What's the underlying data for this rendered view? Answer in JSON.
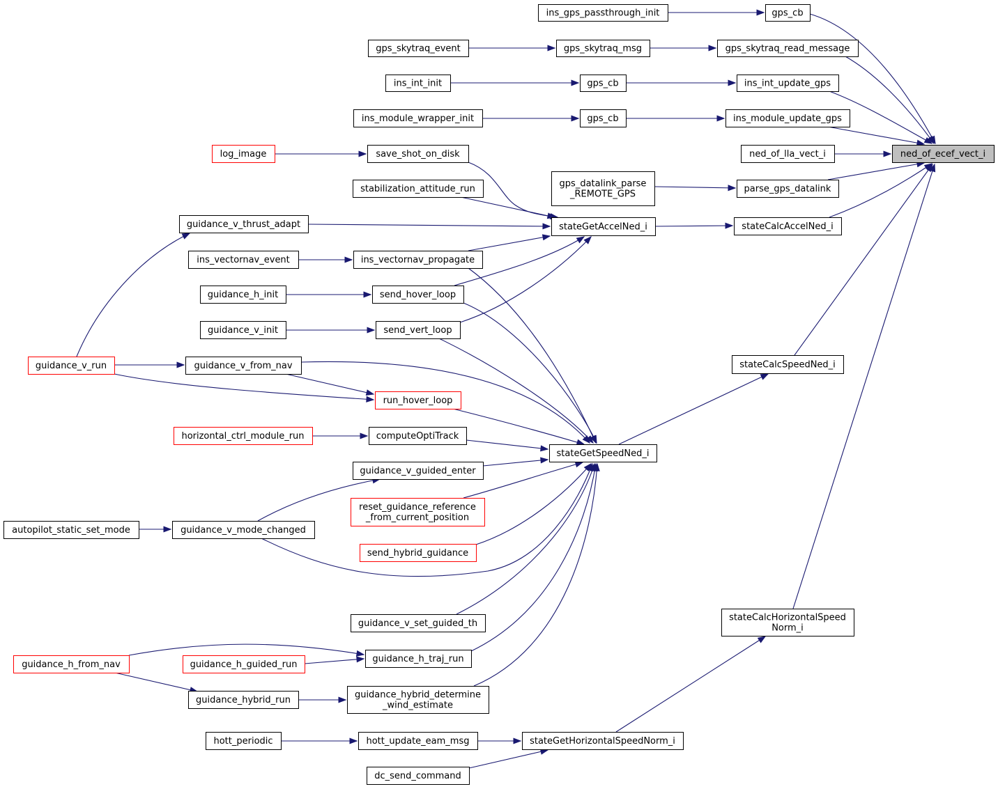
{
  "colors": {
    "edge": "#191970",
    "node_border_normal": "#000000",
    "node_border_truncated": "#ff0000",
    "node_fill_normal": "#ffffff",
    "node_fill_focus": "#bfbfbf"
  },
  "nodes": [
    {
      "id": "ned_of_ecef_vect_i",
      "lines": [
        "ned_of_ecef_vect_i"
      ],
      "style": "focus"
    },
    {
      "id": "gps_cb_1",
      "lines": [
        "gps_cb"
      ],
      "style": "normal"
    },
    {
      "id": "ins_gps_passthrough_init",
      "lines": [
        "ins_gps_passthrough_init"
      ],
      "style": "normal"
    },
    {
      "id": "gps_skytraq_read_message",
      "lines": [
        "gps_skytraq_read_message"
      ],
      "style": "normal"
    },
    {
      "id": "gps_skytraq_msg",
      "lines": [
        "gps_skytraq_msg"
      ],
      "style": "normal"
    },
    {
      "id": "gps_skytraq_event",
      "lines": [
        "gps_skytraq_event"
      ],
      "style": "normal"
    },
    {
      "id": "ins_int_update_gps",
      "lines": [
        "ins_int_update_gps"
      ],
      "style": "normal"
    },
    {
      "id": "gps_cb_2",
      "lines": [
        "gps_cb"
      ],
      "style": "normal"
    },
    {
      "id": "ins_int_init",
      "lines": [
        "ins_int_init"
      ],
      "style": "normal"
    },
    {
      "id": "ins_module_update_gps",
      "lines": [
        "ins_module_update_gps"
      ],
      "style": "normal"
    },
    {
      "id": "gps_cb_3",
      "lines": [
        "gps_cb"
      ],
      "style": "normal"
    },
    {
      "id": "ins_module_wrapper_init",
      "lines": [
        "ins_module_wrapper_init"
      ],
      "style": "normal"
    },
    {
      "id": "ned_of_lla_vect_i",
      "lines": [
        "ned_of_lla_vect_i"
      ],
      "style": "normal"
    },
    {
      "id": "parse_gps_datalink",
      "lines": [
        "parse_gps_datalink"
      ],
      "style": "normal"
    },
    {
      "id": "gps_datalink_parse_REMOTE_GPS",
      "lines": [
        "gps_datalink_parse",
        "_REMOTE_GPS"
      ],
      "style": "normal"
    },
    {
      "id": "stateCalcAccelNed_i",
      "lines": [
        "stateCalcAccelNed_i"
      ],
      "style": "normal"
    },
    {
      "id": "stateGetAccelNed_i",
      "lines": [
        "stateGetAccelNed_i"
      ],
      "style": "normal"
    },
    {
      "id": "save_shot_on_disk",
      "lines": [
        "save_shot_on_disk"
      ],
      "style": "normal"
    },
    {
      "id": "log_image",
      "lines": [
        "log_image"
      ],
      "style": "truncated"
    },
    {
      "id": "stabilization_attitude_run",
      "lines": [
        "stabilization_attitude_run"
      ],
      "style": "normal"
    },
    {
      "id": "guidance_v_thrust_adapt",
      "lines": [
        "guidance_v_thrust_adapt"
      ],
      "style": "normal"
    },
    {
      "id": "ins_vectornav_propagate",
      "lines": [
        "ins_vectornav_propagate"
      ],
      "style": "normal"
    },
    {
      "id": "ins_vectornav_event",
      "lines": [
        "ins_vectornav_event"
      ],
      "style": "normal"
    },
    {
      "id": "send_hover_loop",
      "lines": [
        "send_hover_loop"
      ],
      "style": "normal"
    },
    {
      "id": "guidance_h_init",
      "lines": [
        "guidance_h_init"
      ],
      "style": "normal"
    },
    {
      "id": "send_vert_loop",
      "lines": [
        "send_vert_loop"
      ],
      "style": "normal"
    },
    {
      "id": "guidance_v_init",
      "lines": [
        "guidance_v_init"
      ],
      "style": "normal"
    },
    {
      "id": "guidance_v_run",
      "lines": [
        "guidance_v_run"
      ],
      "style": "truncated"
    },
    {
      "id": "guidance_v_from_nav",
      "lines": [
        "guidance_v_from_nav"
      ],
      "style": "normal"
    },
    {
      "id": "run_hover_loop",
      "lines": [
        "run_hover_loop"
      ],
      "style": "truncated"
    },
    {
      "id": "stateCalcSpeedNed_i",
      "lines": [
        "stateCalcSpeedNed_i"
      ],
      "style": "normal"
    },
    {
      "id": "stateGetSpeedNed_i",
      "lines": [
        "stateGetSpeedNed_i"
      ],
      "style": "normal"
    },
    {
      "id": "computeOptiTrack",
      "lines": [
        "computeOptiTrack"
      ],
      "style": "normal"
    },
    {
      "id": "horizontal_ctrl_module_run",
      "lines": [
        "horizontal_ctrl_module_run"
      ],
      "style": "truncated"
    },
    {
      "id": "guidance_v_guided_enter",
      "lines": [
        "guidance_v_guided_enter"
      ],
      "style": "normal"
    },
    {
      "id": "reset_guidance_reference",
      "lines": [
        "reset_guidance_reference",
        "_from_current_position"
      ],
      "style": "truncated"
    },
    {
      "id": "guidance_v_mode_changed",
      "lines": [
        "guidance_v_mode_changed"
      ],
      "style": "normal"
    },
    {
      "id": "autopilot_static_set_mode",
      "lines": [
        "autopilot_static_set_mode"
      ],
      "style": "normal"
    },
    {
      "id": "send_hybrid_guidance",
      "lines": [
        "send_hybrid_guidance"
      ],
      "style": "truncated"
    },
    {
      "id": "guidance_v_set_guided_th",
      "lines": [
        "guidance_v_set_guided_th"
      ],
      "style": "normal"
    },
    {
      "id": "stateCalcHorizontalSpeedNorm_i",
      "lines": [
        "stateCalcHorizontalSpeed",
        "Norm_i"
      ],
      "style": "normal"
    },
    {
      "id": "guidance_h_traj_run",
      "lines": [
        "guidance_h_traj_run"
      ],
      "style": "normal"
    },
    {
      "id": "guidance_h_from_nav",
      "lines": [
        "guidance_h_from_nav"
      ],
      "style": "truncated"
    },
    {
      "id": "guidance_h_guided_run",
      "lines": [
        "guidance_h_guided_run"
      ],
      "style": "truncated"
    },
    {
      "id": "guidance_hybrid_determine_wind_estimate",
      "lines": [
        "guidance_hybrid_determine",
        "_wind_estimate"
      ],
      "style": "normal"
    },
    {
      "id": "guidance_hybrid_run",
      "lines": [
        "guidance_hybrid_run"
      ],
      "style": "normal"
    },
    {
      "id": "stateGetHorizontalSpeedNorm_i",
      "lines": [
        "stateGetHorizontalSpeedNorm_i"
      ],
      "style": "normal"
    },
    {
      "id": "hott_update_eam_msg",
      "lines": [
        "hott_update_eam_msg"
      ],
      "style": "normal"
    },
    {
      "id": "hott_periodic",
      "lines": [
        "hott_periodic"
      ],
      "style": "normal"
    },
    {
      "id": "dc_send_command",
      "lines": [
        "dc_send_command"
      ],
      "style": "normal"
    }
  ],
  "edges": [
    [
      "gps_cb_1",
      "ned_of_ecef_vect_i"
    ],
    [
      "ins_gps_passthrough_init",
      "gps_cb_1"
    ],
    [
      "gps_skytraq_read_message",
      "ned_of_ecef_vect_i"
    ],
    [
      "gps_skytraq_msg",
      "gps_skytraq_read_message"
    ],
    [
      "gps_skytraq_event",
      "gps_skytraq_msg"
    ],
    [
      "ins_int_update_gps",
      "ned_of_ecef_vect_i"
    ],
    [
      "gps_cb_2",
      "ins_int_update_gps"
    ],
    [
      "ins_int_init",
      "gps_cb_2"
    ],
    [
      "ins_module_update_gps",
      "ned_of_ecef_vect_i"
    ],
    [
      "gps_cb_3",
      "ins_module_update_gps"
    ],
    [
      "ins_module_wrapper_init",
      "gps_cb_3"
    ],
    [
      "ned_of_lla_vect_i",
      "ned_of_ecef_vect_i"
    ],
    [
      "parse_gps_datalink",
      "ned_of_ecef_vect_i"
    ],
    [
      "gps_datalink_parse_REMOTE_GPS",
      "parse_gps_datalink"
    ],
    [
      "stateCalcAccelNed_i",
      "ned_of_ecef_vect_i"
    ],
    [
      "stateGetAccelNed_i",
      "stateCalcAccelNed_i"
    ],
    [
      "save_shot_on_disk",
      "stateGetAccelNed_i"
    ],
    [
      "log_image",
      "save_shot_on_disk"
    ],
    [
      "stabilization_attitude_run",
      "stateGetAccelNed_i"
    ],
    [
      "guidance_v_thrust_adapt",
      "stateGetAccelNed_i"
    ],
    [
      "guidance_v_run",
      "guidance_v_thrust_adapt"
    ],
    [
      "ins_vectornav_propagate",
      "stateGetAccelNed_i"
    ],
    [
      "ins_vectornav_event",
      "ins_vectornav_propagate"
    ],
    [
      "send_hover_loop",
      "stateGetAccelNed_i"
    ],
    [
      "guidance_h_init",
      "send_hover_loop"
    ],
    [
      "send_vert_loop",
      "stateGetAccelNed_i"
    ],
    [
      "guidance_v_init",
      "send_vert_loop"
    ],
    [
      "stateCalcSpeedNed_i",
      "ned_of_ecef_vect_i"
    ],
    [
      "stateGetSpeedNed_i",
      "stateCalcSpeedNed_i"
    ],
    [
      "ins_vectornav_propagate",
      "stateGetSpeedNed_i"
    ],
    [
      "send_hover_loop",
      "stateGetSpeedNed_i"
    ],
    [
      "send_vert_loop",
      "stateGetSpeedNed_i"
    ],
    [
      "guidance_v_from_nav",
      "stateGetSpeedNed_i"
    ],
    [
      "guidance_v_run",
      "guidance_v_from_nav"
    ],
    [
      "guidance_v_from_nav",
      "run_hover_loop"
    ],
    [
      "guidance_v_run",
      "run_hover_loop"
    ],
    [
      "run_hover_loop",
      "stateGetSpeedNed_i"
    ],
    [
      "computeOptiTrack",
      "stateGetSpeedNed_i"
    ],
    [
      "horizontal_ctrl_module_run",
      "computeOptiTrack"
    ],
    [
      "guidance_v_guided_enter",
      "stateGetSpeedNed_i"
    ],
    [
      "guidance_v_mode_changed",
      "guidance_v_guided_enter"
    ],
    [
      "autopilot_static_set_mode",
      "guidance_v_mode_changed"
    ],
    [
      "reset_guidance_reference",
      "stateGetSpeedNed_i"
    ],
    [
      "guidance_v_mode_changed",
      "stateGetSpeedNed_i"
    ],
    [
      "send_hybrid_guidance",
      "stateGetSpeedNed_i"
    ],
    [
      "guidance_v_set_guided_th",
      "stateGetSpeedNed_i"
    ],
    [
      "guidance_h_traj_run",
      "stateGetSpeedNed_i"
    ],
    [
      "guidance_h_from_nav",
      "guidance_h_traj_run"
    ],
    [
      "guidance_h_guided_run",
      "guidance_h_traj_run"
    ],
    [
      "guidance_hybrid_determine_wind_estimate",
      "stateGetSpeedNed_i"
    ],
    [
      "guidance_hybrid_run",
      "guidance_hybrid_determine_wind_estimate"
    ],
    [
      "guidance_h_from_nav",
      "guidance_hybrid_run"
    ],
    [
      "stateCalcHorizontalSpeedNorm_i",
      "ned_of_ecef_vect_i"
    ],
    [
      "stateGetHorizontalSpeedNorm_i",
      "stateCalcHorizontalSpeedNorm_i"
    ],
    [
      "hott_update_eam_msg",
      "stateGetHorizontalSpeedNorm_i"
    ],
    [
      "hott_periodic",
      "hott_update_eam_msg"
    ],
    [
      "dc_send_command",
      "stateGetHorizontalSpeedNorm_i"
    ]
  ]
}
